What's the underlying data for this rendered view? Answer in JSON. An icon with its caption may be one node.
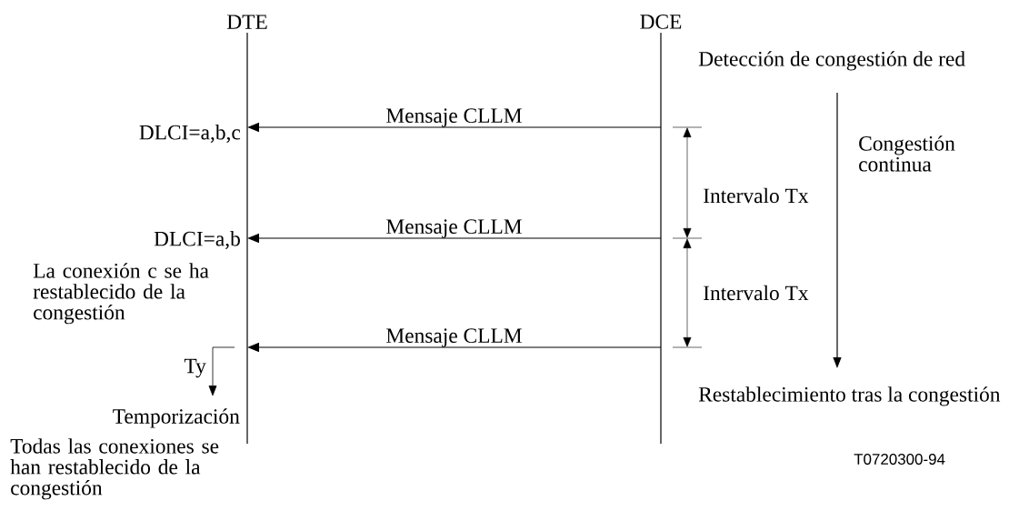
{
  "diagram": {
    "nodes": [
      {
        "text": [
          "DTE"
        ]
      },
      {
        "text": [
          "DCE"
        ]
      }
    ],
    "edges": [
      {
        "from": 1,
        "to": 0,
        "arrow": "to",
        "label": "Mensaje CLLM"
      },
      {
        "from": 1,
        "to": 0,
        "arrow": "to",
        "label": "Mensaje CLLM"
      },
      {
        "from": 1,
        "to": 0,
        "arrow": "to",
        "label": "Mensaje CLLM"
      }
    ],
    "labels": [
      "Detección de congestión de red",
      "DLCI=a,b,c",
      "Congestión continua",
      "Intervalo Tx",
      "DLCI=a,b",
      "La conexión c se ha restablecido de la congestión",
      "Intervalo Tx",
      "Ty",
      "Restablecimiento tras la congestión",
      "Temporización",
      "Todas las conexiones se han restablecido de la congestión",
      "T0720300-94"
    ]
  }
}
